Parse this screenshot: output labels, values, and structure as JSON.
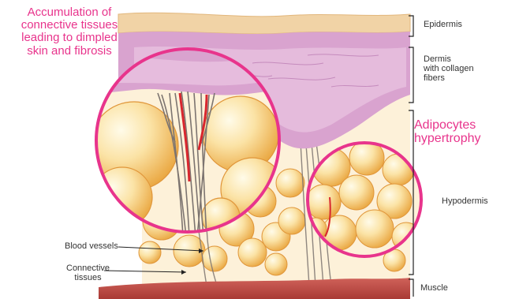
{
  "labels": {
    "accumulation_line1": "Accumulation of",
    "accumulation_line2": "connective tissues",
    "accumulation_line3": "leading to dimpled",
    "accumulation_line4": "skin and fibrosis",
    "adipocytes_line1": "Adipocytes",
    "adipocytes_line2": "hypertrophy",
    "epidermis": "Epidermis",
    "dermis_line1": "Dermis",
    "dermis_line2": "with collagen",
    "dermis_line3": "fibers",
    "hypodermis": "Hypodermis",
    "muscle": "Muscle",
    "blood_vessels": "Blood vessels",
    "connective_line1": "Connective",
    "connective_line2": "tissues"
  },
  "colors": {
    "highlight_text": "#e8348c",
    "epidermis": "#f1d3a6",
    "dermis": "#d9a3cf",
    "fat_light": "#fbe3a6",
    "fat_dark": "#e9a43c",
    "muscle": "#b8453f",
    "vessel": "#d8262e",
    "fiber": "#7c7470"
  }
}
